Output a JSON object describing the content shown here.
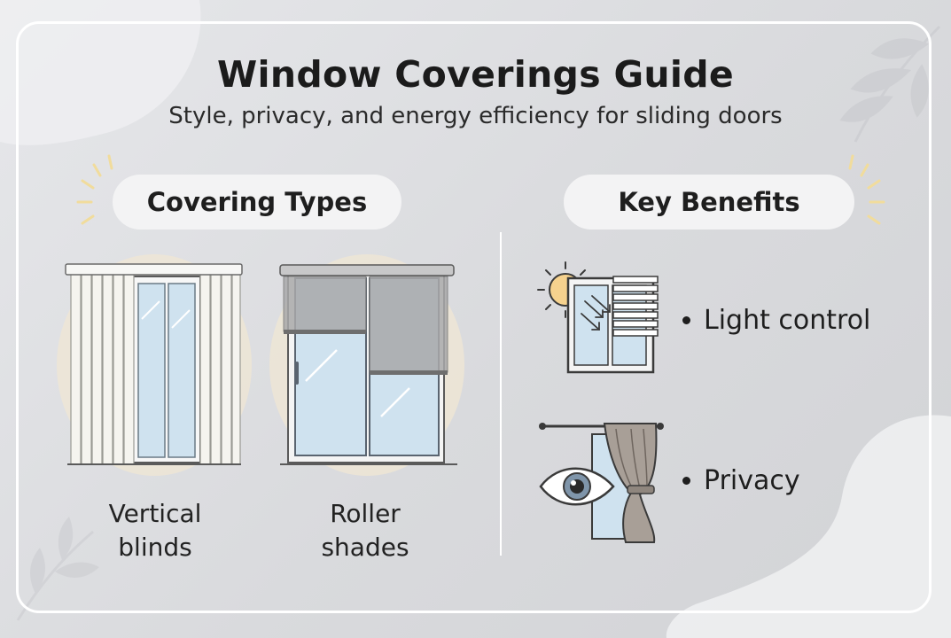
{
  "header": {
    "title": "Window Coverings Guide",
    "subtitle": "Style, privacy, and energy efficiency for sliding doors"
  },
  "sections": {
    "types_label": "Covering Types",
    "benefits_label": "Key Benefits"
  },
  "covering_types": [
    {
      "line1": "Vertical",
      "line2": "blinds",
      "icon": "vertical-blinds-illustration"
    },
    {
      "line1": "Roller",
      "line2": "shades",
      "icon": "roller-shades-illustration"
    }
  ],
  "benefits": [
    {
      "label": "Light control",
      "icon": "sun-window-blinds-icon"
    },
    {
      "label": "Privacy",
      "icon": "eye-curtain-icon"
    }
  ],
  "colors": {
    "background": "#dcdde0",
    "frame": "#ffffff",
    "pill": "#f3f3f4",
    "glass": "#cfe2ef",
    "sun": "#f6d28e",
    "line": "#3a3a3a"
  }
}
